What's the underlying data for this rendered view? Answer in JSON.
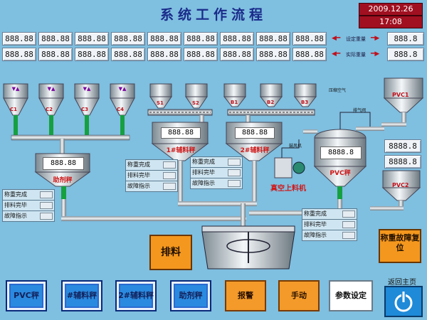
{
  "header": {
    "title": "系统工作流程",
    "date": "2009.12.26",
    "time": "17:08"
  },
  "top_displays": {
    "row1": [
      "888.88",
      "888.88",
      "888.88",
      "888.88",
      "888.88",
      "888.88",
      "888.88",
      "888.88",
      "888.88"
    ],
    "row2": [
      "888.88",
      "888.88",
      "888.88",
      "888.88",
      "888.88",
      "888.88",
      "888.88",
      "888.88",
      "888.88"
    ],
    "setpoint_label": "设定重量",
    "actual_label": "实际重量",
    "setpoint_value": "888.8",
    "actual_value": "888.8"
  },
  "hoppers": {
    "c_labels": [
      "C1",
      "C2",
      "C3",
      "C4"
    ],
    "s_labels": [
      "S1",
      "S2"
    ],
    "b_labels": [
      "B1",
      "B2",
      "B3"
    ],
    "pvc_top": "PVC1",
    "pvc_bottom": "PVC2"
  },
  "scales": {
    "aux1_value": "888.88",
    "aux1_name": "1#辅料秤",
    "aux2_value": "888.88",
    "aux2_name": "2#辅料秤",
    "additive_value": "888.88",
    "additive_name": "助剂秤",
    "pvc_value": "8888.8",
    "pvc_name": "PVC秤",
    "pvc_side1": "8888.8",
    "pvc_side2": "8888.8"
  },
  "vacuum": {
    "label": "真空上料机",
    "air_label": "压缩空气",
    "vent_label": "排气阀",
    "fan_label": "鼓风机"
  },
  "status_labels": [
    "称重完成",
    "排料完毕",
    "故障指示"
  ],
  "buttons": {
    "discharge": "排料",
    "fault_reset": "称重故障复位",
    "home": "返回主页",
    "nav": [
      "PVC秤",
      "#辅料秤",
      "2#辅料秤",
      "助剂秤",
      "报警",
      "手动",
      "参数设定"
    ]
  }
}
